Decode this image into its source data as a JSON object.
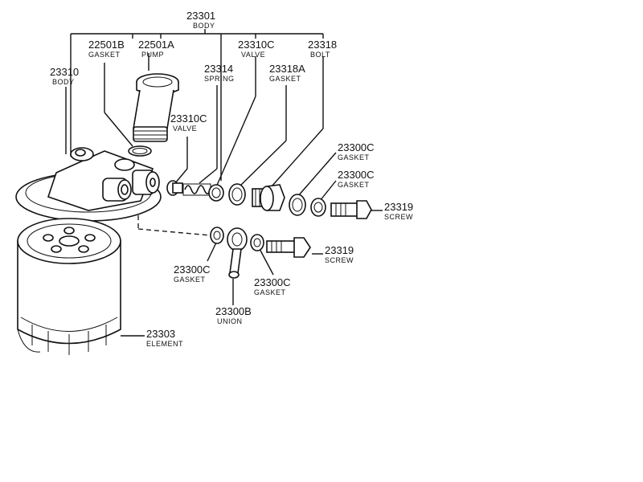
{
  "labels": {
    "body_top": {
      "number": "23301",
      "name": "BODY"
    },
    "gasket_22501b": {
      "number": "22501B",
      "name": "GASKET"
    },
    "pump": {
      "number": "22501A",
      "name": "PUMP"
    },
    "valve_top": {
      "number": "23310C",
      "name": "VALVE"
    },
    "bolt": {
      "number": "23318",
      "name": "BOLT"
    },
    "body_left": {
      "number": "23310",
      "name": "BODY"
    },
    "spring": {
      "number": "23314",
      "name": "SPRING"
    },
    "gasket_23318a": {
      "number": "23318A",
      "name": "GASKET"
    },
    "valve_mid": {
      "number": "23310C",
      "name": "VALVE"
    },
    "gasket_r1": {
      "number": "23300C",
      "name": "GASKET"
    },
    "gasket_r2": {
      "number": "23300C",
      "name": "GASKET"
    },
    "screw_r1": {
      "number": "23319",
      "name": "SCREW"
    },
    "screw_r2": {
      "number": "23319",
      "name": "SCREW"
    },
    "gasket_b1": {
      "number": "23300C",
      "name": "GASKET"
    },
    "gasket_b2": {
      "number": "23300C",
      "name": "GASKET"
    },
    "union": {
      "number": "23300B",
      "name": "UNION"
    },
    "element": {
      "number": "23303",
      "name": "ELEMENT"
    }
  }
}
